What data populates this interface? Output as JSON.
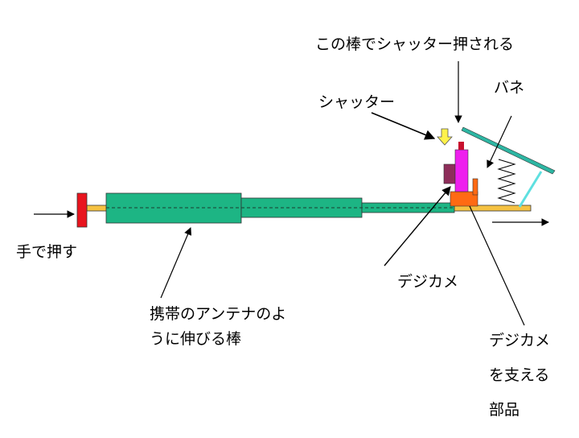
{
  "labels": {
    "shutter_press": "この棒でシャッター押される",
    "shutter": "シャッター",
    "spring": "バネ",
    "push_by_hand": "手で押す",
    "camera": "デジカメ",
    "antenna_line1": "携帯のアンテナのよ",
    "antenna_line2": "うに伸びる棒",
    "support_line1": "デジカメ",
    "support_line2": "を支える",
    "support_line3": "部品"
  },
  "colors": {
    "rod": "#F5C242",
    "telescope": "#1DB584",
    "hand_knob": "#E8141E",
    "camera_body": "#EE1FEE",
    "camera_top": "#C8102E",
    "camera_side": "#8E2E5A",
    "camera_support": "#FF6A13",
    "lever": "#2DB6A3",
    "lever_link": "#5EE0E0",
    "shutter_arrow": "#FFF24A"
  }
}
